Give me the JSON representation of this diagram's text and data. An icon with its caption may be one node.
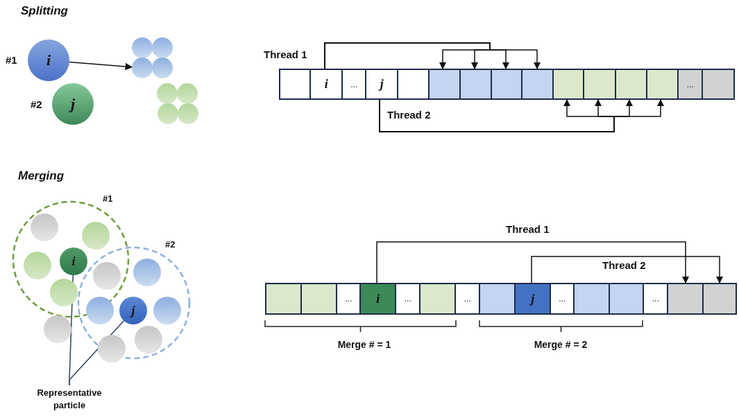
{
  "diagram": {
    "nodes": [
      {
        "text": [
          "i"
        ],
        "beside": [
          "#1"
        ]
      },
      {
        "text": [
          "j"
        ],
        "beside": [
          "#2"
        ]
      },
      {
        "text": [],
        "shape": "circle"
      },
      {
        "text": [],
        "shape": "circle"
      },
      {
        "text": [],
        "shape": "circle"
      },
      {
        "text": [],
        "shape": "circle"
      },
      {
        "text": [],
        "shape": "circle"
      },
      {
        "text": [],
        "shape": "circle"
      },
      {
        "text": [],
        "shape": "circle"
      },
      {
        "text": [],
        "shape": "circle"
      },
      {
        "text": [],
        "shape": "box"
      },
      {
        "text": [
          "i"
        ]
      },
      {
        "text": [
          "..."
        ]
      },
      {
        "text": [
          "j"
        ]
      },
      {
        "text": [],
        "shape": "box"
      },
      {
        "text": [],
        "shape": "box"
      },
      {
        "text": [],
        "shape": "box"
      },
      {
        "text": [],
        "shape": "box"
      },
      {
        "text": [],
        "shape": "box"
      },
      {
        "text": [],
        "shape": "box"
      },
      {
        "text": [],
        "shape": "box"
      },
      {
        "text": [],
        "shape": "box"
      },
      {
        "text": [],
        "shape": "box"
      },
      {
        "text": [
          "..."
        ]
      },
      {
        "text": [],
        "shape": "box"
      },
      {
        "text": [],
        "shape": "circle"
      },
      {
        "text": [],
        "shape": "circle"
      },
      {
        "text": [],
        "shape": "circle"
      },
      {
        "text": [
          "i"
        ]
      },
      {
        "text": [],
        "shape": "circle"
      },
      {
        "text": [],
        "shape": "circle"
      },
      {
        "text": [],
        "shape": "circle"
      },
      {
        "text": [],
        "shape": "circle"
      },
      {
        "text": [
          "j"
        ]
      },
      {
        "text": [],
        "shape": "circle"
      },
      {
        "text": [],
        "shape": "circle"
      },
      {
        "text": [],
        "shape": "circle"
      },
      {
        "text": [],
        "shape": "circle"
      },
      {
        "text": [
          "Representative particle"
        ]
      },
      {
        "text": [],
        "shape": "box"
      },
      {
        "text": [],
        "shape": "box"
      },
      {
        "text": [
          "..."
        ]
      },
      {
        "text": [
          "i"
        ]
      },
      {
        "text": [
          "..."
        ]
      },
      {
        "text": [],
        "shape": "box"
      },
      {
        "text": [
          "..."
        ]
      },
      {
        "text": [],
        "shape": "box"
      },
      {
        "text": [
          "j"
        ]
      },
      {
        "text": [
          "..."
        ]
      },
      {
        "text": [],
        "shape": "box"
      },
      {
        "text": [],
        "shape": "box"
      },
      {
        "text": [
          "..."
        ]
      },
      {
        "text": [],
        "shape": "box"
      },
      {
        "text": [],
        "shape": "box"
      }
    ],
    "edges": [
      {
        "from": 0,
        "to": 4,
        "arrow": "to"
      },
      {
        "from": 11,
        "to": 15,
        "arrow": "to",
        "label": "Thread 1"
      },
      {
        "from": 11,
        "to": 16,
        "arrow": "to"
      },
      {
        "from": 11,
        "to": 17,
        "arrow": "to"
      },
      {
        "from": 11,
        "to": 18,
        "arrow": "to"
      },
      {
        "from": 13,
        "to": 19,
        "arrow": "to",
        "label": "Thread 2"
      },
      {
        "from": 13,
        "to": 20,
        "arrow": "to"
      },
      {
        "from": 13,
        "to": 21,
        "arrow": "to"
      },
      {
        "from": 13,
        "to": 22,
        "arrow": "to"
      },
      {
        "from": 38,
        "to": 28,
        "arrow": "none"
      },
      {
        "from": 38,
        "to": 33,
        "arrow": "none"
      },
      {
        "from": 42,
        "to": 52,
        "arrow": "to",
        "label": "Thread 1"
      },
      {
        "from": 47,
        "to": 53,
        "arrow": "to",
        "label": "Thread 2"
      }
    ],
    "labels": [
      "Splitting",
      "Merging",
      "#1",
      "#2",
      "Merge # = 1",
      "Merge # = 2"
    ]
  }
}
